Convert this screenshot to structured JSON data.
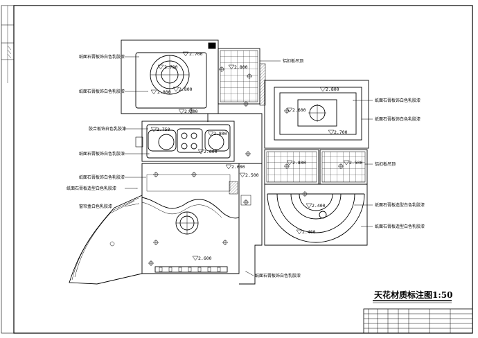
{
  "drawing": {
    "title": "天花材质标注图1:50",
    "leader_labels": [
      "纸面石膏板饰白色乳胶漆",
      "纸面石膏板饰白色乳胶漆",
      "铝扣板吊顶",
      "纸面石膏板饰白色乳胶漆",
      "纸面石膏板饰白色乳胶漆",
      "胶合板饰白色乳胶漆",
      "纸面石膏板饰白色乳胶漆",
      "铝扣板吊顶",
      "纸面石膏板饰白色乳胶漆",
      "纸面石膏板造型白色乳胶漆",
      "纸面石膏板造型白色乳胶漆",
      "窗帘盒白色乳胶漆",
      "纸面石膏板饰白色乳胶漆",
      "纸面石膏板造型白色乳胶漆"
    ],
    "elevations": [
      "2.700",
      "2.780",
      "2.800",
      "2.800",
      "2.700",
      "2.800",
      "2.750",
      "2.800",
      "2.800",
      "2.700",
      "2.600",
      "2.500",
      "2.600",
      "2.800",
      "2.500",
      "2.600",
      "2.400",
      "2.400",
      "2.600"
    ]
  },
  "colors": {
    "ink": "#000000",
    "paper": "#ffffff",
    "hatch": "#444444"
  }
}
